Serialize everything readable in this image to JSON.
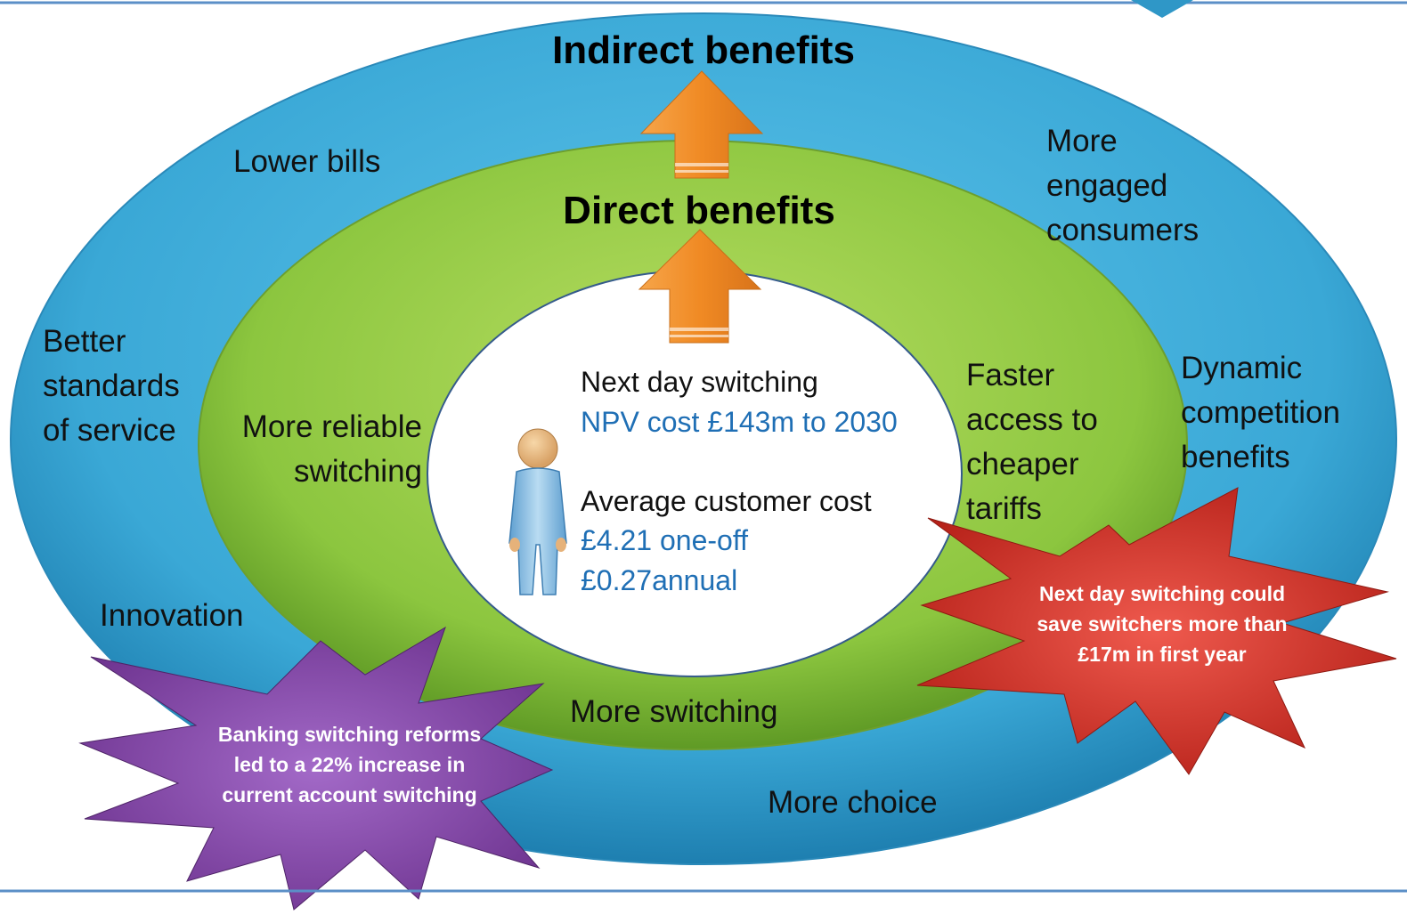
{
  "diagram": {
    "outer_title": "Indirect benefits",
    "inner_title": "Direct benefits",
    "indirect": {
      "lower_bills": "Lower bills",
      "engaged": [
        "More",
        "engaged",
        "consumers"
      ],
      "standards": [
        "Better",
        "standards",
        "of service"
      ],
      "dynamic": [
        "Dynamic",
        "competition",
        "benefits"
      ],
      "innovation": "Innovation",
      "choice": "More choice"
    },
    "direct": {
      "reliable": [
        "More reliable",
        "switching"
      ],
      "faster": [
        "Faster",
        "access to",
        "cheaper",
        "tariffs"
      ],
      "more_switching": "More switching"
    },
    "core": {
      "heading1": "Next day switching",
      "npv": "NPV cost £143m to 2030",
      "heading2": "Average customer cost",
      "one_off": "£4.21 one-off",
      "annual": "£0.27annual"
    },
    "callouts": {
      "red": [
        "Next day switching could",
        "save switchers more than",
        "£17m in first year"
      ],
      "purple": [
        "Banking switching reforms",
        "led to a 22% increase in",
        "current account switching"
      ]
    },
    "colors": {
      "outer": "#3aa8d6",
      "inner": "#8cc63f",
      "core": "#ffffff",
      "arrow": "#f08a24",
      "red_burst": "#d9342b",
      "purple_burst": "#8a4bb0",
      "line": "#5b8fc7"
    }
  }
}
